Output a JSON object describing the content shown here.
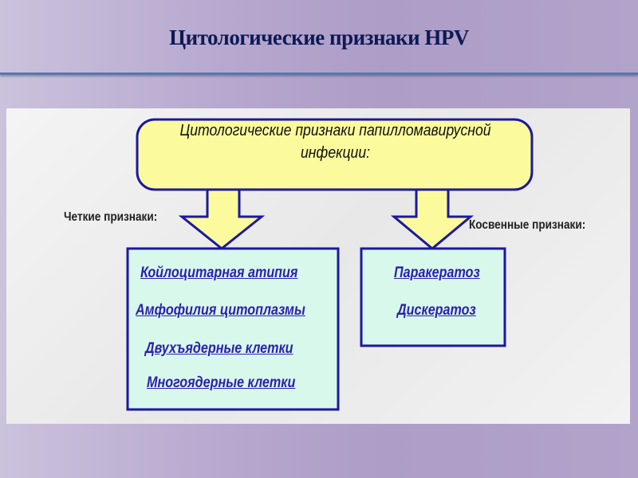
{
  "slide": {
    "title": "Цитологические признаки HPV"
  },
  "diagram": {
    "root": "Цитологические признаки папилломавирусной инфекции:",
    "left": {
      "label": "Четкие признаки:",
      "items": [
        "Койлоцитарная атипия",
        "Амфофилия цитоплазмы",
        "Двухъядерные клетки",
        "Многоядерные клетки"
      ]
    },
    "right": {
      "label": "Косвенные признаки:",
      "items": [
        "Паракератоз",
        "Дискератоз"
      ]
    },
    "colors": {
      "root_fill": "#fbfa9c",
      "box_fill": "#d8f8ec",
      "border": "#1c18a0",
      "text": "#2b1fb0"
    }
  }
}
